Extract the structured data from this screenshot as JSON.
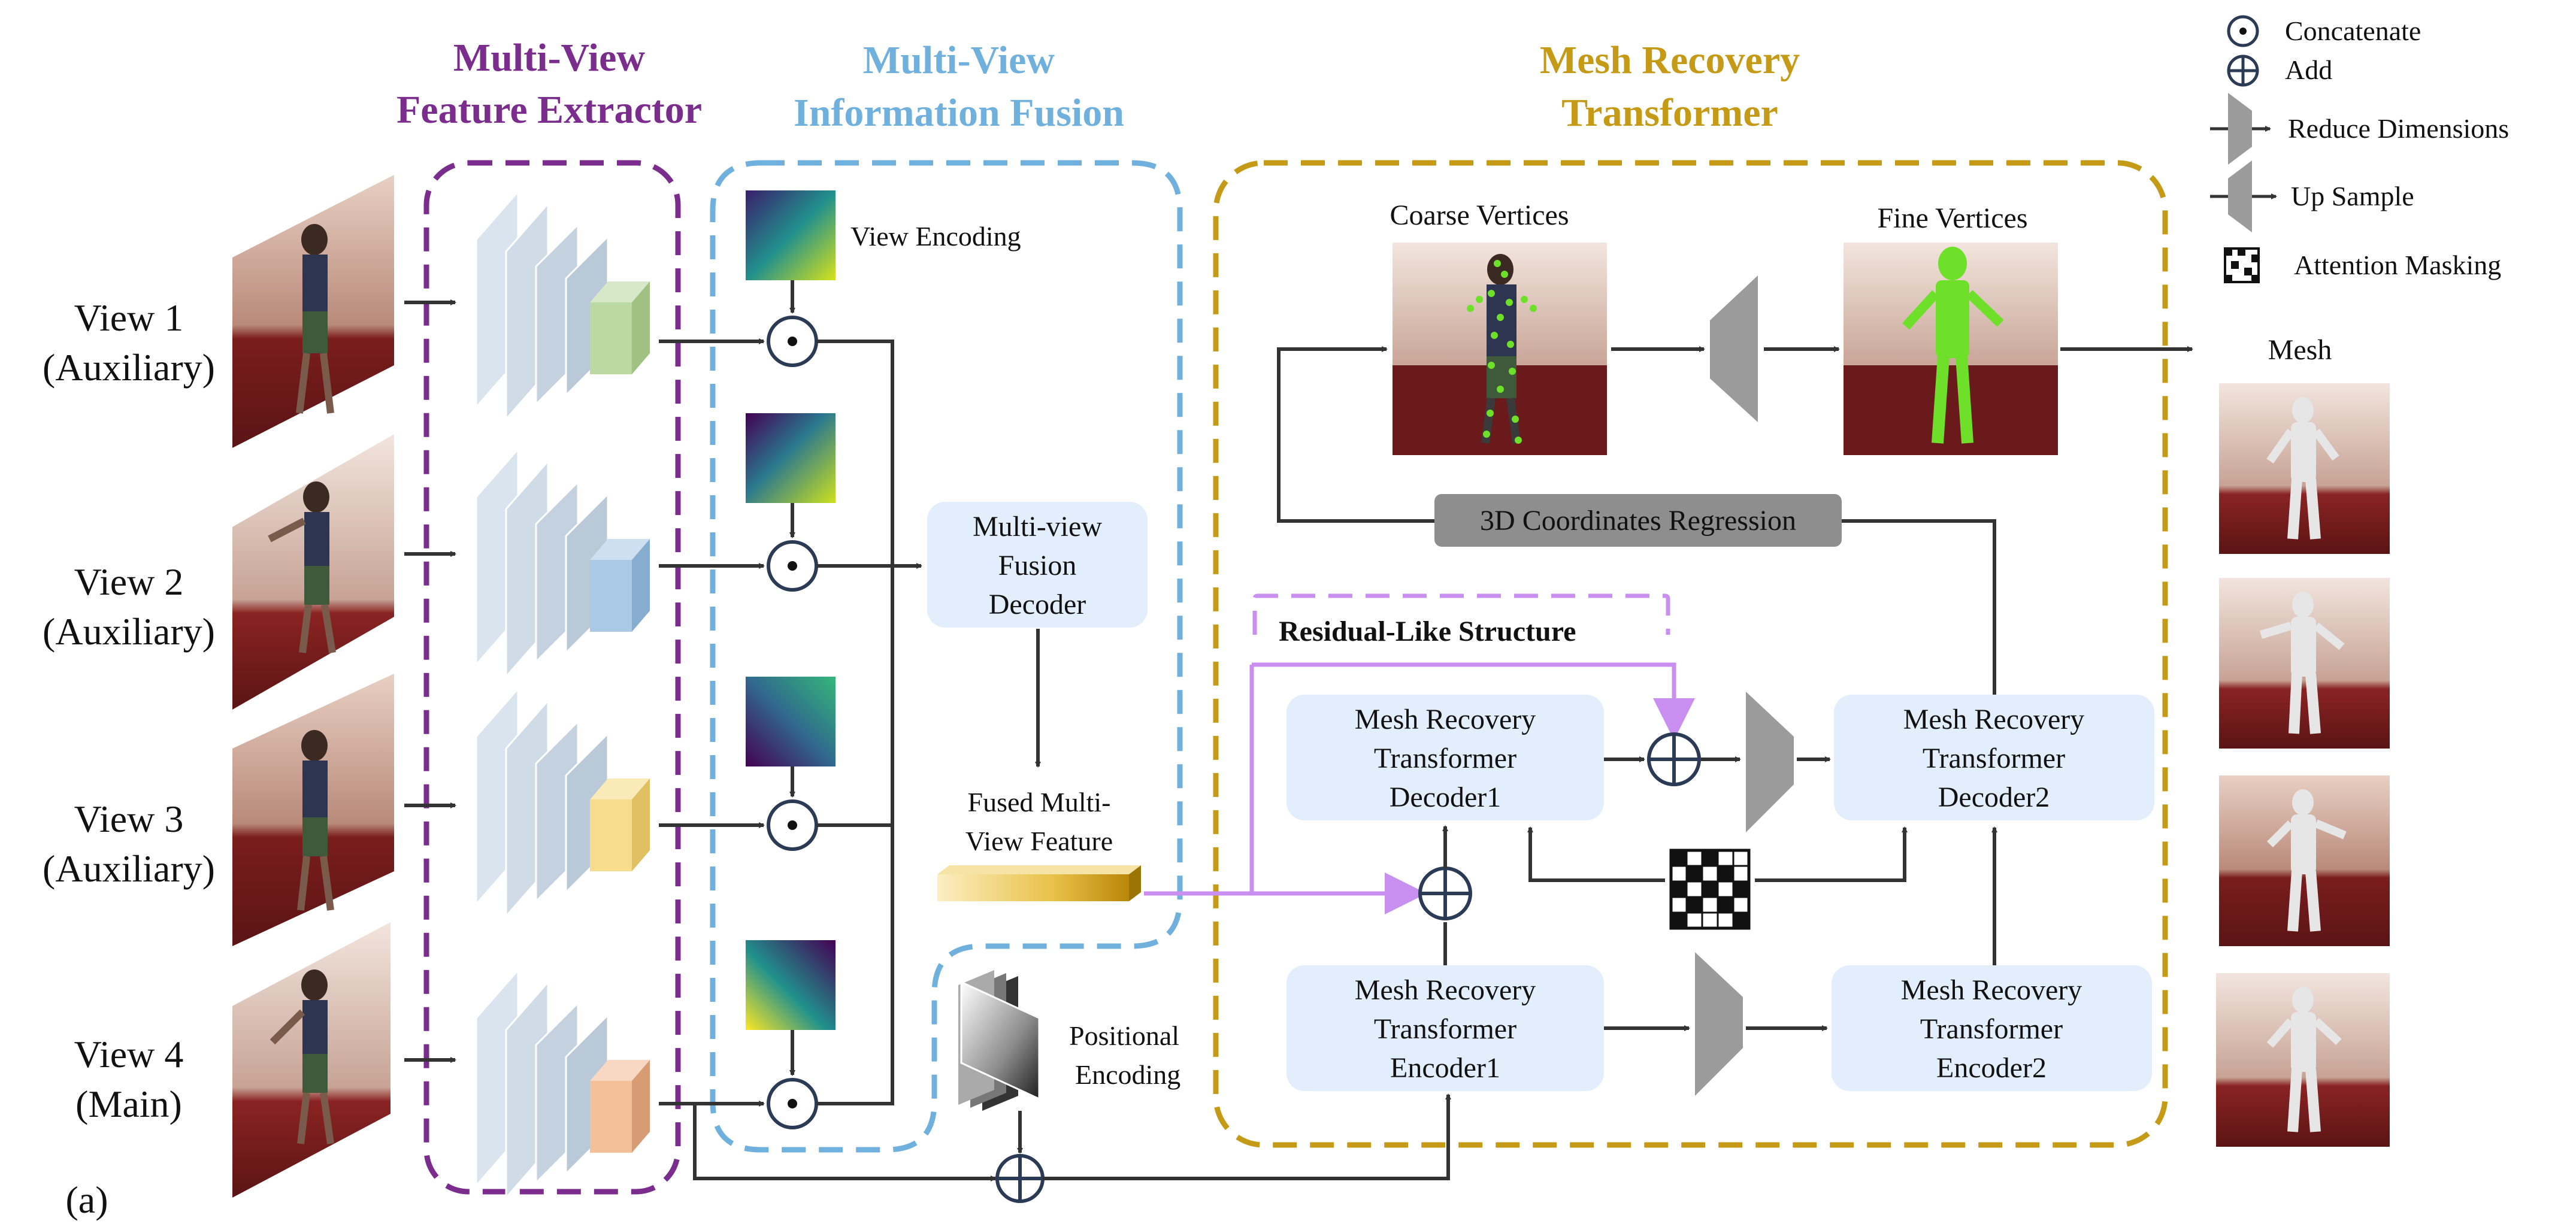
{
  "views": [
    {
      "line1": "View 1",
      "line2": "(Auxiliary)"
    },
    {
      "line1": "View 2",
      "line2": "(Auxiliary)"
    },
    {
      "line1": "View 3",
      "line2": "(Auxiliary)"
    },
    {
      "line1": "View 4",
      "line2": "(Main)"
    }
  ],
  "subfigure_label": "(a)",
  "sections": {
    "extractor": {
      "line1": "Multi-View",
      "line2": "Feature Extractor",
      "color": "#7b2d8e"
    },
    "fusion": {
      "line1": "Multi-View",
      "line2": "Information Fusion",
      "color": "#6fb0dd"
    },
    "transformer": {
      "line1": "Mesh Recovery",
      "line2": "Transformer",
      "color": "#c49a16"
    }
  },
  "fusion": {
    "view_encoding": "View Encoding",
    "decoder": {
      "line1": "Multi-view",
      "line2": "Fusion",
      "line3": "Decoder"
    },
    "fused_feature": {
      "line1": "Fused Multi-",
      "line2": "View Feature"
    },
    "positional_encoding": {
      "line1": "Positional",
      "line2": "Encoding"
    }
  },
  "transformer": {
    "coarse_vertices": "Coarse Vertices",
    "fine_vertices": "Fine Vertices",
    "regression": "3D Coordinates Regression",
    "residual": "Residual-Like Structure",
    "decoder1": {
      "line1": "Mesh Recovery",
      "line2": "Transformer",
      "line3": "Decoder1"
    },
    "decoder2": {
      "line1": "Mesh Recovery",
      "line2": "Transformer",
      "line3": "Decoder2"
    },
    "encoder1": {
      "line1": "Mesh Recovery",
      "line2": "Transformer",
      "line3": "Encoder1"
    },
    "encoder2": {
      "line1": "Mesh Recovery",
      "line2": "Transformer",
      "line3": "Encoder2"
    }
  },
  "output": {
    "mesh_label": "Mesh"
  },
  "legend": {
    "concatenate": "Concatenate",
    "add": "Add",
    "reduce": "Reduce Dimensions",
    "upsample": "Up Sample",
    "masking": "Attention Masking"
  },
  "colors": {
    "extractor": "#7b2d8e",
    "fusion": "#6fb0dd",
    "transformer": "#c49a16",
    "residual": "#c98ff0",
    "box_fill": "#e2eefb",
    "regression_fill": "#8e8e8e",
    "arrow": "#333333",
    "feature_green": "#bcd9a3",
    "feature_blue": "#a9c9e6",
    "feature_yellow": "#f6dc8c",
    "feature_orange": "#f4bf9b"
  }
}
